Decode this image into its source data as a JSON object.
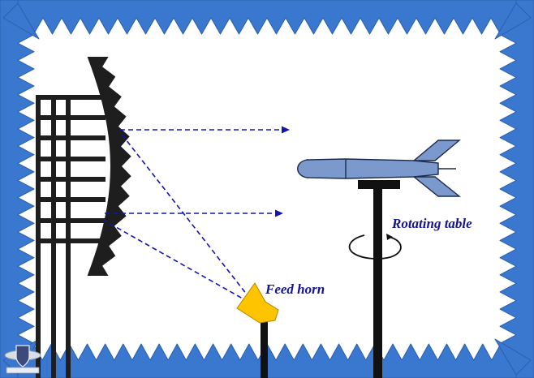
{
  "labels": {
    "rotating_table": "Rotating table",
    "feed_horn": "Feed horn"
  },
  "colors": {
    "absorber": "#3a78d0",
    "absorber_edge": "#2a5fae",
    "ray": "#1414b4",
    "label": "#141496",
    "reflector": "#1e1e1e",
    "horn": "#ffc400",
    "target": "#7b99cc",
    "stand": "#111111"
  },
  "icons": {
    "rotation": "rotation-arrow-icon",
    "logo": "watermark-logo"
  }
}
